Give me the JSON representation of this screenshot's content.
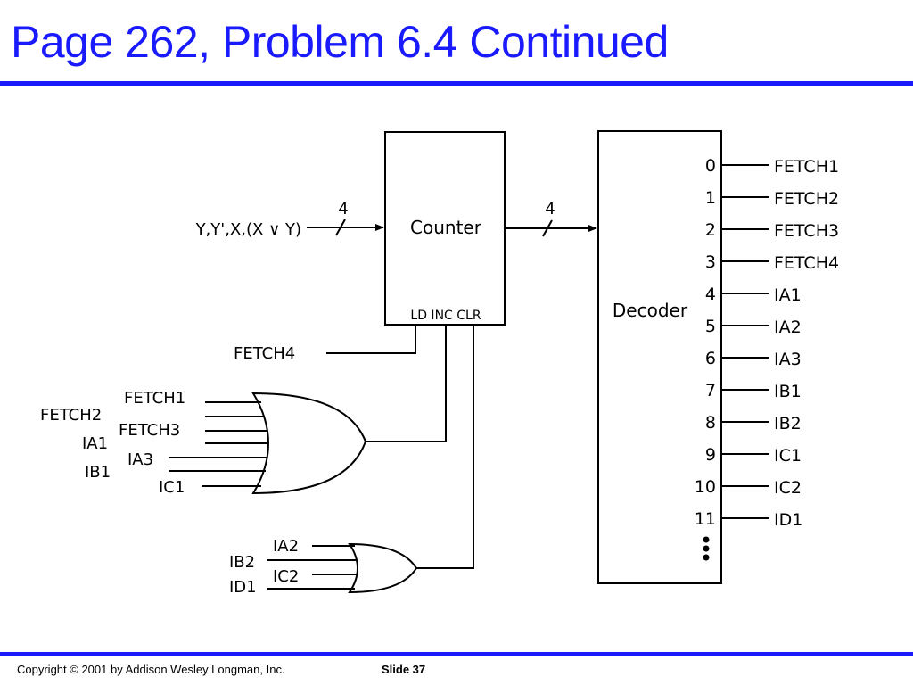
{
  "slide": {
    "title": "Page 262, Problem 6.4 Continued",
    "copyright": "Copyright © 2001 by Addison Wesley Longman, Inc.",
    "slide_number": "Slide 37"
  },
  "diagram": {
    "counter": {
      "label": "Counter",
      "pins": "LD INC CLR",
      "input_label": "Y,Y',X,(X ∨ Y)",
      "input_width": "4",
      "output_width": "4"
    },
    "decoder": {
      "label": "Decoder",
      "outputs": [
        {
          "index": "0",
          "signal": "FETCH1"
        },
        {
          "index": "1",
          "signal": "FETCH2"
        },
        {
          "index": "2",
          "signal": "FETCH3"
        },
        {
          "index": "3",
          "signal": "FETCH4"
        },
        {
          "index": "4",
          "signal": "IA1"
        },
        {
          "index": "5",
          "signal": "IA2"
        },
        {
          "index": "6",
          "signal": "IA3"
        },
        {
          "index": "7",
          "signal": "IB1"
        },
        {
          "index": "8",
          "signal": "IB2"
        },
        {
          "index": "9",
          "signal": "IC1"
        },
        {
          "index": "10",
          "signal": "IC2"
        },
        {
          "index": "11",
          "signal": "ID1"
        }
      ]
    },
    "ld_input": "FETCH4",
    "or_gate_1_inputs": [
      "FETCH1",
      "FETCH2",
      "FETCH3",
      "IA1",
      "IA3",
      "IB1",
      "IC1"
    ],
    "or_gate_2_inputs": [
      "IA2",
      "IB2",
      "IC2",
      "ID1"
    ]
  }
}
